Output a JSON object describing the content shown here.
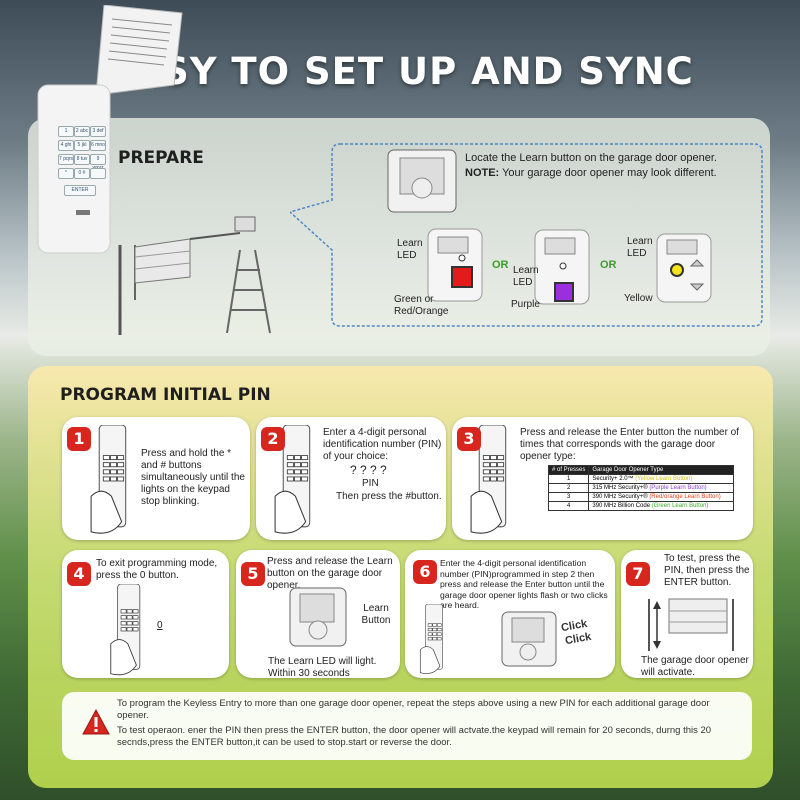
{
  "header": {
    "title": "EASY TO SET UP AND SYNC"
  },
  "keypad": {
    "keys": [
      "1",
      "2 abc",
      "3 def",
      "4 ghi",
      "5 jkl",
      "6 mno",
      "7 pqrs",
      "8 tuv",
      "9 wxyz",
      "*",
      "0 #",
      ""
    ],
    "enter_label": "ENTER"
  },
  "prepare": {
    "title": "PREPARE",
    "locate_text": "Locate the Learn button on the garage door opener.",
    "note_label": "NOTE:",
    "note_text": "Your garage door opener may look different.",
    "or_label": "OR",
    "variant1": {
      "led_label": "Learn LED",
      "button_label": "Green or Red/Orange",
      "color": "#e31b1b"
    },
    "variant2": {
      "led_label": "Learn LED",
      "button_label": "Purple",
      "color": "#9b2fe0"
    },
    "variant3": {
      "led_label": "Learn LED",
      "button_label": "Yellow",
      "color": "#f4e41a"
    }
  },
  "program": {
    "title": "PROGRAM INITIAL PIN",
    "steps": [
      {
        "num": "1",
        "text": "Press and hold the * and # buttons simultaneously until the lights on the keypad stop blinking."
      },
      {
        "num": "2",
        "text": "Enter a 4-digit personal identification number (PIN) of your choice:",
        "pin": "? ? ? ?",
        "pin_label": "PIN",
        "then": "Then press the #button."
      },
      {
        "num": "3",
        "text": "Press and release the Enter button the number of times that corresponds with the garage door opener type:"
      },
      {
        "num": "4",
        "text": "To exit programming mode, press the 0 button.",
        "key": "0"
      },
      {
        "num": "5",
        "text": "Press and release the Learn button on the garage door opener.",
        "learn_label": "Learn Button",
        "foot": "The Learn LED will light. Within 30 seconds"
      },
      {
        "num": "6",
        "text": "Enter the 4-digit personal identification number (PIN)programmed in step 2 then press and release the Enter button until the garage door opener lights flash or two clicks are heard.",
        "click1": "Click",
        "click2": "Click"
      },
      {
        "num": "7",
        "text": "To test, press the PIN, then press the ENTER button.",
        "foot": "The garage door opener will activate."
      }
    ],
    "presses_table": {
      "headers": [
        "# of Presses",
        "Garage Door Opener Type"
      ],
      "rows": [
        {
          "n": "1",
          "type": "Security+ 2.0™",
          "tag": "(Yellow Learn Button)",
          "tag_color": "#d8c21a"
        },
        {
          "n": "2",
          "type": "315 MHz Security+®",
          "tag": "(Purple Learn Button)",
          "tag_color": "#8a3fd1"
        },
        {
          "n": "3",
          "type": "390 MHz Security+®",
          "tag": "(Red/orange Learn Button)",
          "tag_color": "#e0431b"
        },
        {
          "n": "4",
          "type": "390 MHz Billion Code",
          "tag": "(Green Learn Button)",
          "tag_color": "#3fae2a"
        }
      ]
    }
  },
  "warning": {
    "line1": "To program the Keyless Entry to more than one garage door opener, repeat the steps above using a new PIN for each additional garage door opener.",
    "line2": "To test operaon. ener the PIN then press the ENTER button, the door opener will actvate.the keypad will remain for 20 seconds, durng this 20 secnds,press the ENTER button,it can be used to stop.start or reverse the door."
  }
}
